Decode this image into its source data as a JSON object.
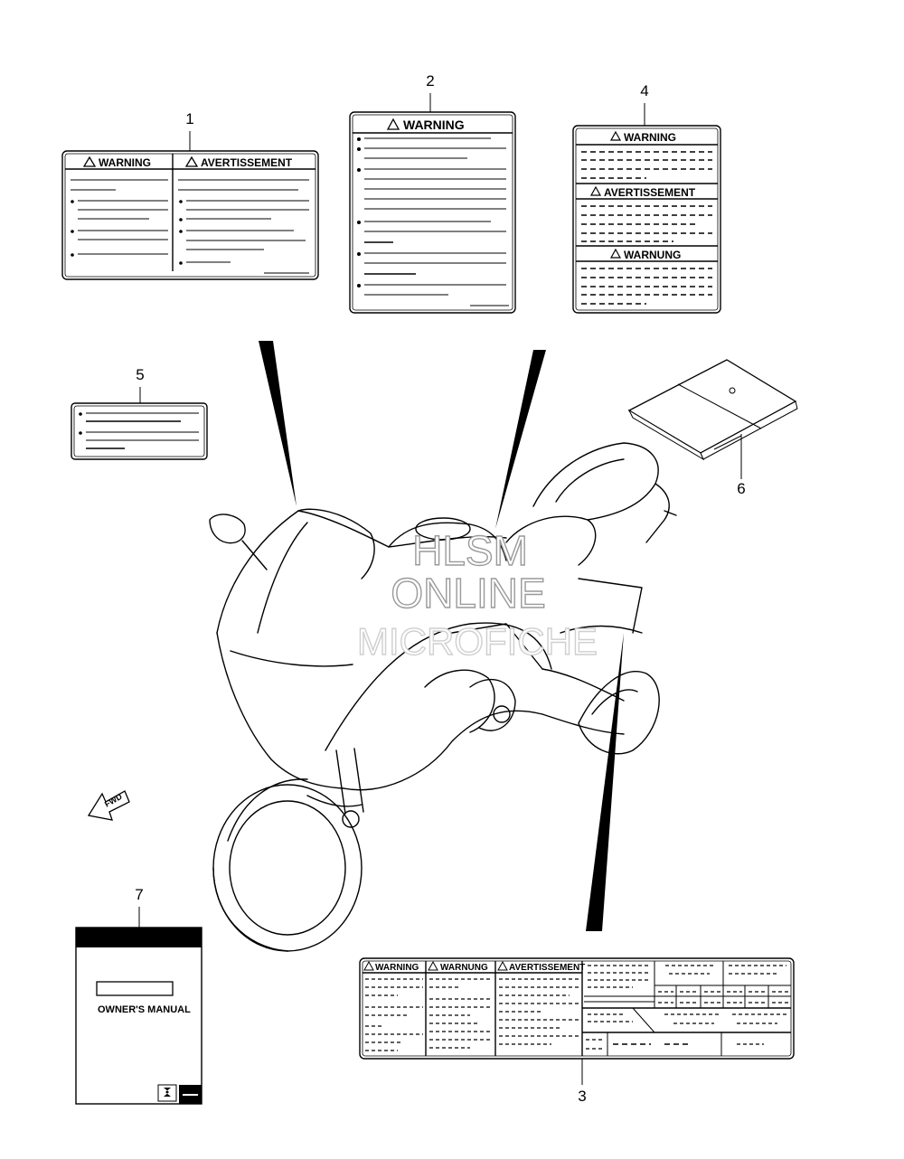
{
  "callouts": [
    "1",
    "2",
    "3",
    "4",
    "5",
    "6",
    "7"
  ],
  "label1": {
    "left_header": "WARNING",
    "right_header": "AVERTISSEMENT"
  },
  "label2": {
    "header": "WARNING"
  },
  "label4": {
    "headers": [
      "WARNING",
      "AVERTISSEMENT",
      "WARNUNG"
    ]
  },
  "label3": {
    "headers": [
      "WARNING",
      "WARNUNG",
      "AVERTISSEMENT"
    ]
  },
  "manual": {
    "title": "OWNER'S MANUAL"
  },
  "fwd": {
    "label": "FWD"
  },
  "watermark": {
    "line1": "HLSM",
    "line2": "ONLINE",
    "line3": "MICROFICHE"
  },
  "icons": [
    "warning-triangle-icon",
    "fwd-arrow-icon",
    "suzuki-logo-icon"
  ]
}
